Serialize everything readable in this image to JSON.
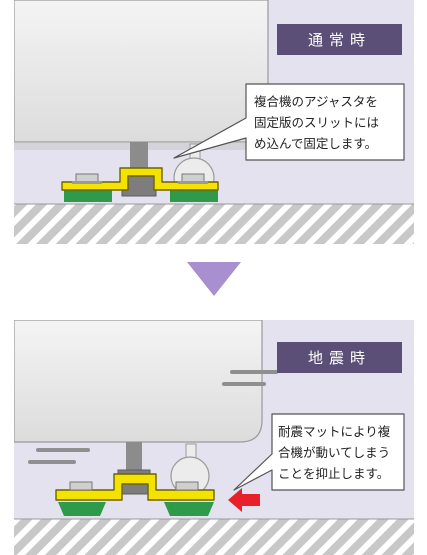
{
  "normal": {
    "badge": "通常時",
    "callout_lines": [
      "複合機のアジャスタを",
      "固定版のスリットには",
      "め込んで固定します。"
    ]
  },
  "quake": {
    "badge": "地震時",
    "callout_lines": [
      "耐震マットにより複",
      "合機が動いてしまう",
      "ことを抑止します。"
    ]
  },
  "colors": {
    "panel_bg": "#e4e2ef",
    "badge_bg": "#5b4f77",
    "arrow": "#a88fcf",
    "plate": "#f4e300",
    "mat": "#2e9a4a",
    "stop_arrow": "#e8202a"
  }
}
